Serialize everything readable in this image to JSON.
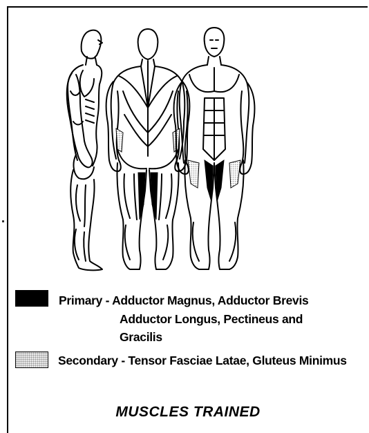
{
  "diagram": {
    "figure_views": [
      "side-view",
      "back-view",
      "front-view"
    ]
  },
  "legend": {
    "primary": {
      "color": "#000000",
      "line1": "Primary - Adductor Magnus, Adductor Brevis",
      "line2": "Adductor Longus,  Pectineus and",
      "line3": "Gracilis"
    },
    "secondary": {
      "color": "#e0e0e0",
      "line1": "Secondary - Tensor Fasciae Latae, Gluteus Minimus"
    }
  },
  "caption": "MUSCLES TRAINED"
}
